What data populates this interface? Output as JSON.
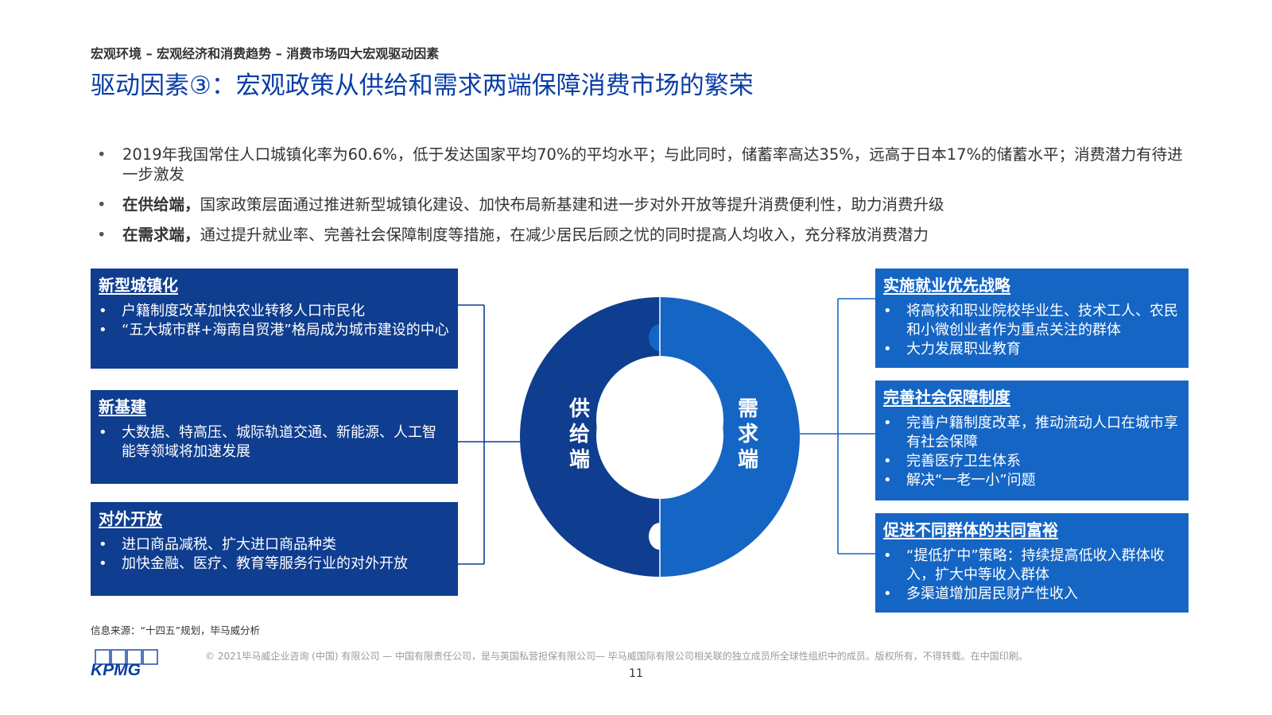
{
  "header": {
    "breadcrumb": "宏观环境 – 宏观经济和消费趋势 – 消费市场四大宏观驱动因素",
    "title": "驱动因素③：宏观政策从供给和需求两端保障消费市场的繁荣"
  },
  "bullets": [
    {
      "lead": "",
      "text": "2019年我国常住人口城镇化率为60.6%，低于发达国家平均70%的平均水平；与此同时，储蓄率高达35%，远高于日本17%的储蓄水平；消费潜力有待进一步激发"
    },
    {
      "lead": "在供给端，",
      "text": "国家政策层面通过推进新型城镇化建设、加快布局新基建和进一步对外开放等提升消费便利性，助力消费升级"
    },
    {
      "lead": "在需求端，",
      "text": "通过提升就业率、完善社会保障制度等措施，在减少居民后顾之忧的同时提高人均收入，充分释放消费潜力"
    }
  ],
  "supply": {
    "label": "供\n给\n端",
    "boxes": [
      {
        "title": "新型城镇化",
        "items": [
          "户籍制度改革加快农业转移人口市民化",
          "“五大城市群+海南自贸港”格局成为城市建设的中心"
        ]
      },
      {
        "title": "新基建",
        "items": [
          "大数据、特高压、城际轨道交通、新能源、人工智能等领域将加速发展"
        ]
      },
      {
        "title": "对外开放",
        "items": [
          "进口商品减税、扩大进口商品种类",
          "加快金融、医疗、教育等服务行业的对外开放"
        ]
      }
    ]
  },
  "demand": {
    "label": "需\n求\n端",
    "boxes": [
      {
        "title": "实施就业优先战略",
        "items": [
          "将高校和职业院校毕业生、技术工人、农民和小微创业者作为重点关注的群体",
          "大力发展职业教育"
        ]
      },
      {
        "title": "完善社会保障制度",
        "items": [
          "完善户籍制度改革，推动流动人口在城市享有社会保障",
          "完善医疗卫生体系",
          "解决“一老一小”问题"
        ]
      },
      {
        "title": "促进不同群体的共同富裕",
        "items": [
          "“提低扩中”策略：持续提高低收入群体收入，扩大中等收入群体",
          "多渠道增加居民财产性收入"
        ]
      }
    ]
  },
  "footer": {
    "source": "信息来源：“十四五”规划，毕马威分析",
    "copyright": "© 2021毕马威企业咨询 (中国) 有限公司 — 中国有限责任公司，是与英国私营担保有限公司— 毕马威国际有限公司相关联的独立成员所全球性组织中的成员。版权所有，不得转载。在中国印刷。",
    "page": "11",
    "logo_text": "KPMG"
  },
  "colors": {
    "dark_blue": "#0f3d8f",
    "mid_blue": "#1565c4",
    "title_blue": "#0a3ea6"
  }
}
